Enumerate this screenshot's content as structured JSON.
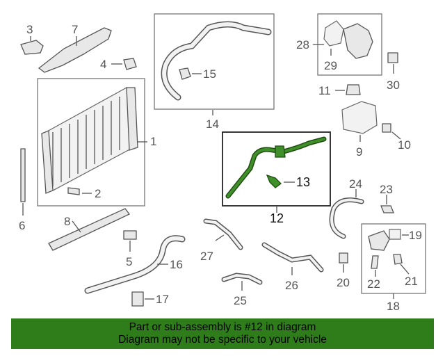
{
  "colors": {
    "highlight": "#2e7d1a",
    "part_outline": "#555555",
    "footer_bg": "#2e7d1a"
  },
  "labels": {
    "p1": "1",
    "p2": "2",
    "p3": "3",
    "p4": "4",
    "p5": "5",
    "p6": "6",
    "p7": "7",
    "p8": "8",
    "p9": "9",
    "p10": "10",
    "p11": "11",
    "p12": "12",
    "p13": "13",
    "p14": "14",
    "p15": "15",
    "p16": "16",
    "p17": "17",
    "p18": "18",
    "p19": "19",
    "p20": "20",
    "p21": "21",
    "p22": "22",
    "p23": "23",
    "p24": "24",
    "p25": "25",
    "p26": "26",
    "p27": "27",
    "p28": "28",
    "p29": "29",
    "p30": "30"
  },
  "highlighted_part": "12",
  "footer": {
    "line1": "Part or sub-assembly is #12 in diagram",
    "line2": "Diagram may not be specific to your vehicle"
  }
}
